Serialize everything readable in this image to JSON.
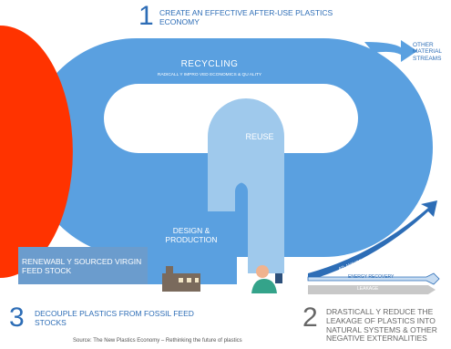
{
  "colors": {
    "light_blue": "#5aa0e0",
    "pale_blue": "#9fc9ec",
    "dark_blue": "#2d6db6",
    "red_circle": "#ff3300",
    "box_blue": "#6b9ccd",
    "grey": "#8a8a8a"
  },
  "goal1": {
    "number": "1",
    "title": "CREATE AN EFFECTIVE AFTER-USE PLASTICS ECONOMY"
  },
  "goal2": {
    "number": "2",
    "title": "DRASTICALL Y REDUCE THE LEAKAGE OF PLASTICS INTO NATURAL SYSTEMS & OTHER NEGATIVE EXTERNALITIES"
  },
  "goal3": {
    "number": "3",
    "title": "DECOUPLE PLASTICS FROM FOSSIL FEED STOCKS"
  },
  "loops": {
    "recycling": "RECYCLING",
    "recycling_sub": "RADICALL Y IMPRO VED ECONOMICS & QU ALITY",
    "reuse": "REUSE",
    "design": "DESIGN & PRODUCTION",
    "other_streams": "OTHER MATERIAL STREAMS"
  },
  "feedstock": "RENEWABL Y SOURCED VIRGIN FEED STOCK",
  "outflows": {
    "composting": "AD AND/OR COMPOSTING",
    "energy": "ENERGY RECOVERY",
    "leakage": "LEAKAGE"
  },
  "source": "Source: The New Plastics Economy – Rethinking the future of plastics",
  "icons": [
    "factory-icon",
    "person-icon"
  ]
}
